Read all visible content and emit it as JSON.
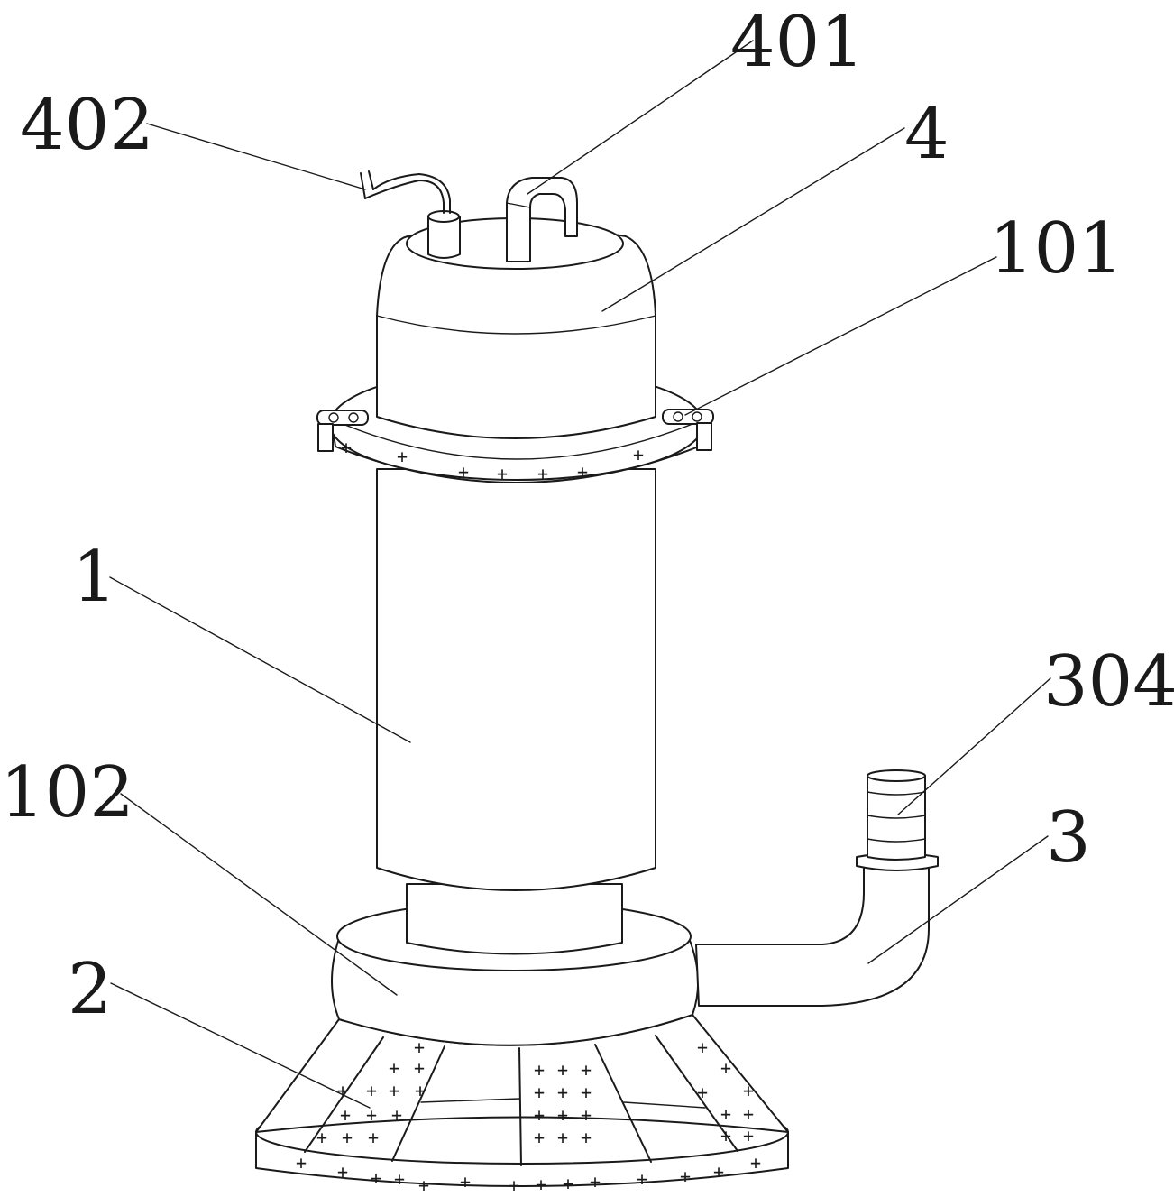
{
  "labels": {
    "l401": "401",
    "l402": "402",
    "l4": "4",
    "l101": "101",
    "l1": "1",
    "l304": "304",
    "l102": "102",
    "l3": "3",
    "l2": "2"
  }
}
